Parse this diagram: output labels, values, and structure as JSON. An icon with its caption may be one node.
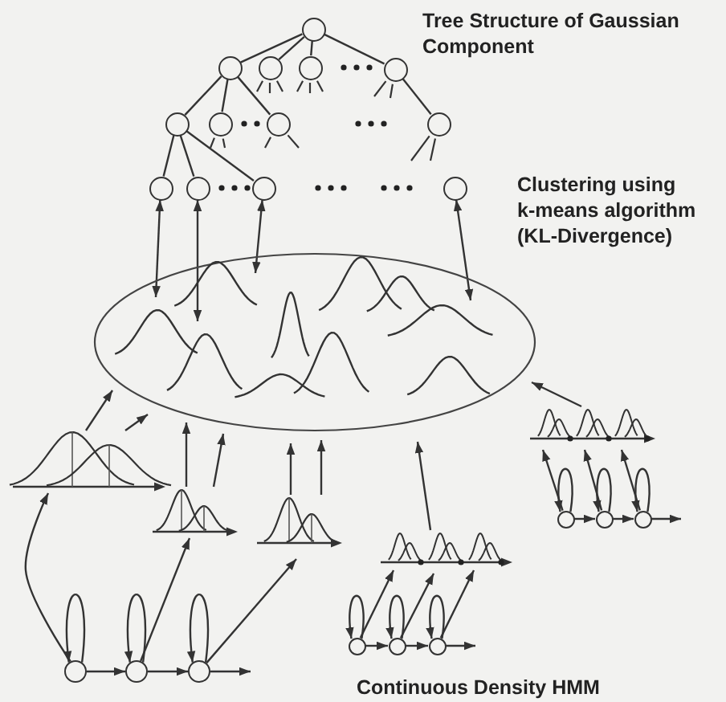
{
  "diagram": {
    "nodes": [
      {
        "text": [],
        "shape": "circle"
      },
      {
        "text": [],
        "shape": "circle"
      },
      {
        "text": [],
        "shape": "circle"
      },
      {
        "text": [],
        "shape": "circle"
      },
      {
        "text": [],
        "shape": "circle"
      },
      {
        "text": [],
        "shape": "circle"
      },
      {
        "text": [],
        "shape": "circle"
      },
      {
        "text": [],
        "shape": "circle"
      },
      {
        "text": [],
        "shape": "circle"
      },
      {
        "text": [],
        "shape": "circle"
      },
      {
        "text": [],
        "shape": "circle"
      },
      {
        "text": [],
        "shape": "circle"
      },
      {
        "text": [],
        "shape": "circle"
      },
      {
        "text": [],
        "shape": "ellipse"
      },
      {
        "text": [],
        "shape": "picture"
      },
      {
        "text": [],
        "shape": "picture"
      },
      {
        "text": [],
        "shape": "picture"
      },
      {
        "text": [],
        "shape": "picture"
      },
      {
        "text": [],
        "shape": "picture"
      },
      {
        "text": [],
        "shape": "circle"
      },
      {
        "text": [],
        "shape": "circle"
      },
      {
        "text": [],
        "shape": "circle"
      },
      {
        "text": [],
        "shape": "circle"
      },
      {
        "text": [],
        "shape": "circle"
      },
      {
        "text": [],
        "shape": "circle"
      },
      {
        "text": [],
        "shape": "circle"
      },
      {
        "text": [],
        "shape": "circle"
      },
      {
        "text": [],
        "shape": "circle"
      }
    ],
    "edges": [
      {
        "from": 0,
        "to": 1,
        "arrow": "none"
      },
      {
        "from": 0,
        "to": 2,
        "arrow": "none"
      },
      {
        "from": 0,
        "to": 3,
        "arrow": "none"
      },
      {
        "from": 0,
        "to": 4,
        "arrow": "none"
      },
      {
        "from": 1,
        "to": 5,
        "arrow": "none"
      },
      {
        "from": 1,
        "to": 6,
        "arrow": "none"
      },
      {
        "from": 1,
        "to": 7,
        "arrow": "none"
      },
      {
        "from": 4,
        "to": 8,
        "arrow": "none"
      },
      {
        "from": 5,
        "to": 9,
        "arrow": "none"
      },
      {
        "from": 5,
        "to": 10,
        "arrow": "none"
      },
      {
        "from": 5,
        "to": 11,
        "arrow": "none"
      },
      {
        "from": 9,
        "to": 13,
        "arrow": "both"
      },
      {
        "from": 10,
        "to": 13,
        "arrow": "both"
      },
      {
        "from": 11,
        "to": 13,
        "arrow": "both"
      },
      {
        "from": 12,
        "to": 13,
        "arrow": "both"
      },
      {
        "from": 14,
        "to": 13,
        "arrow": "to"
      },
      {
        "from": 14,
        "to": 13,
        "arrow": "to"
      },
      {
        "from": 15,
        "to": 13,
        "arrow": "to"
      },
      {
        "from": 15,
        "to": 13,
        "arrow": "to"
      },
      {
        "from": 16,
        "to": 13,
        "arrow": "to"
      },
      {
        "from": 16,
        "to": 13,
        "arrow": "to"
      },
      {
        "from": 17,
        "to": 13,
        "arrow": "to"
      },
      {
        "from": 18,
        "to": 13,
        "arrow": "to"
      },
      {
        "from": 19,
        "to": 14,
        "arrow": "to"
      },
      {
        "from": 20,
        "to": 15,
        "arrow": "to"
      },
      {
        "from": 21,
        "to": 16,
        "arrow": "to"
      },
      {
        "from": 22,
        "to": 17,
        "arrow": "to"
      },
      {
        "from": 23,
        "to": 17,
        "arrow": "to"
      },
      {
        "from": 24,
        "to": 17,
        "arrow": "to"
      },
      {
        "from": 25,
        "to": 18,
        "arrow": "to"
      },
      {
        "from": 26,
        "to": 18,
        "arrow": "to"
      },
      {
        "from": 27,
        "to": 18,
        "arrow": "to"
      },
      {
        "from": 19,
        "to": 20,
        "arrow": "to"
      },
      {
        "from": 20,
        "to": 21,
        "arrow": "to"
      },
      {
        "from": 21,
        "to": null,
        "arrow": "to"
      },
      {
        "from": 22,
        "to": 23,
        "arrow": "to"
      },
      {
        "from": 23,
        "to": 24,
        "arrow": "to"
      },
      {
        "from": 24,
        "to": null,
        "arrow": "to"
      },
      {
        "from": 25,
        "to": 26,
        "arrow": "to"
      },
      {
        "from": 26,
        "to": 27,
        "arrow": "to"
      },
      {
        "from": 27,
        "to": null,
        "arrow": "to"
      },
      {
        "from": 19,
        "to": 19,
        "arrow": "to"
      },
      {
        "from": 20,
        "to": 20,
        "arrow": "to"
      },
      {
        "from": 21,
        "to": 21,
        "arrow": "to"
      },
      {
        "from": 22,
        "to": 22,
        "arrow": "to"
      },
      {
        "from": 23,
        "to": 23,
        "arrow": "to"
      },
      {
        "from": 24,
        "to": 24,
        "arrow": "to"
      },
      {
        "from": 25,
        "to": 25,
        "arrow": "to"
      },
      {
        "from": 26,
        "to": 26,
        "arrow": "to"
      },
      {
        "from": 27,
        "to": 27,
        "arrow": "to"
      }
    ],
    "labels": [
      "Tree Structure of Gaussian Component",
      "Clustering using k-means algorithm (KL-Divergence)",
      "Continuous Density HMM"
    ]
  }
}
